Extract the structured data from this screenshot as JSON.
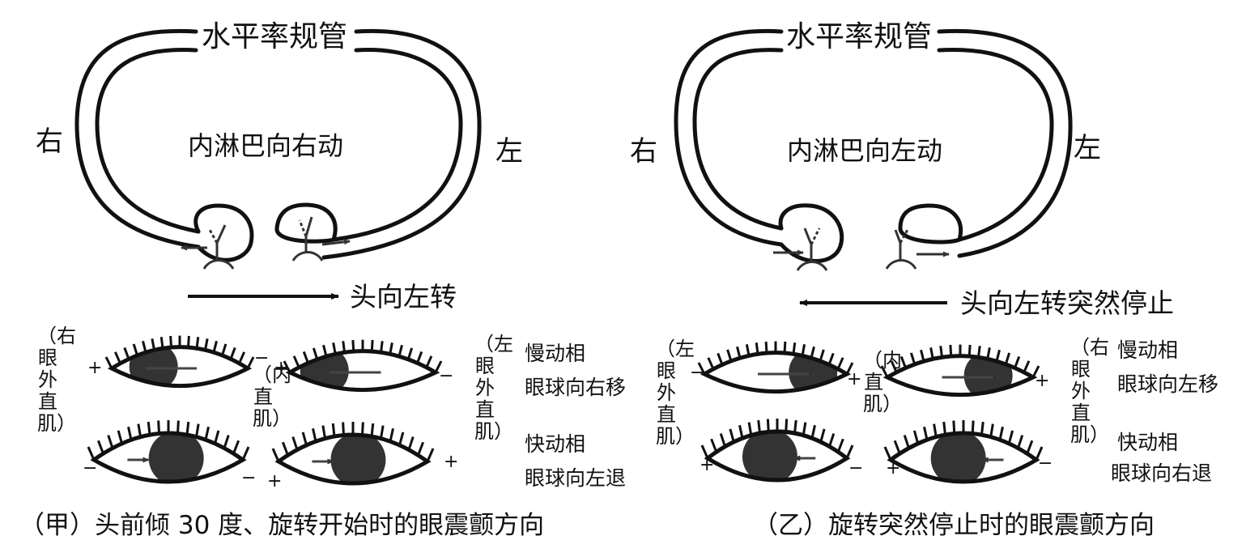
{
  "left": {
    "canal_label": "水平率规管",
    "right_label": "右",
    "left_label": "左",
    "endolymph": "内淋巴向右动",
    "head_motion": "头向左转",
    "muscle_left_eye": "（右眼外直肌）",
    "muscle_middle": "（内直肌）",
    "muscle_right_eye": "（左眼外直肌）",
    "slow_phase": "慢动相",
    "slow_desc": "眼球向右移",
    "fast_phase": "快动相",
    "fast_desc": "眼球向左退",
    "signs": [
      "+",
      "−",
      "+",
      "−",
      "−",
      "−",
      "+",
      "+"
    ],
    "caption": "（甲）头前倾 30 度、旋转开始时的眼震颤方向"
  },
  "right": {
    "canal_label": "水平率规管",
    "right_label": "右",
    "left_label": "左",
    "endolymph": "内淋巴向左动",
    "head_motion": "头向左转突然停止",
    "muscle_left_eye": "（左眼外直肌）",
    "muscle_middle": "（内直肌）",
    "muscle_right_eye": "（右眼外直肌）",
    "slow_phase": "慢动相",
    "slow_desc": "眼球向左移",
    "fast_phase": "快动相",
    "fast_desc": "眼球向右退",
    "signs": [
      "−",
      "+",
      "+",
      "+",
      "−",
      "+",
      "−"
    ],
    "caption": "（乙）旋转突然停止时的眼震颤方向"
  }
}
